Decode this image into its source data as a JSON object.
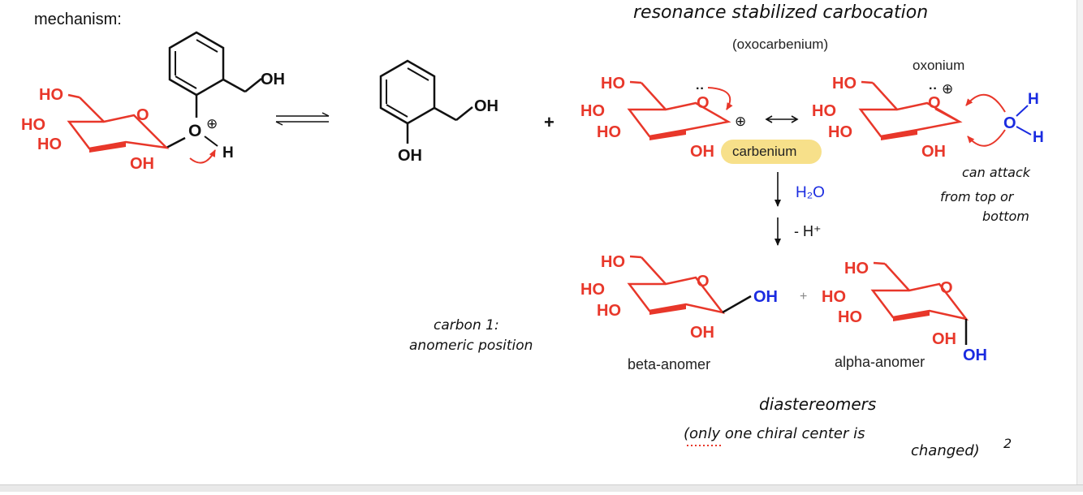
{
  "labels": {
    "mechanism": "mechanism:",
    "resonance_title": "resonance stabilized carbocation",
    "oxocarbenium": "(oxocarbenium)",
    "oxonium": "oxonium",
    "carbenium": "carbenium",
    "water": "H₂O",
    "minus_h": "- H⁺",
    "beta_anomer": "beta-anomer",
    "alpha_anomer": "alpha-anomer",
    "plus": "+",
    "plus_small": "+"
  },
  "atoms": {
    "HO": "HO",
    "OH": "OH",
    "O": "O",
    "H": "H",
    "charge": "⊕"
  },
  "notes": {
    "attack_1": "can attack",
    "attack_2": "from top or",
    "attack_3": "bottom",
    "carbon1_1": "carbon 1:",
    "carbon1_2": "anomeric position",
    "diastereomers": "diastereomers",
    "chiral_1": "(only one chiral center is",
    "chiral_2": "changed)",
    "footnote": "2"
  },
  "colors": {
    "red": "#e8372a",
    "blue": "#1a2be0",
    "black": "#111111",
    "highlight": "#f7e08a"
  }
}
